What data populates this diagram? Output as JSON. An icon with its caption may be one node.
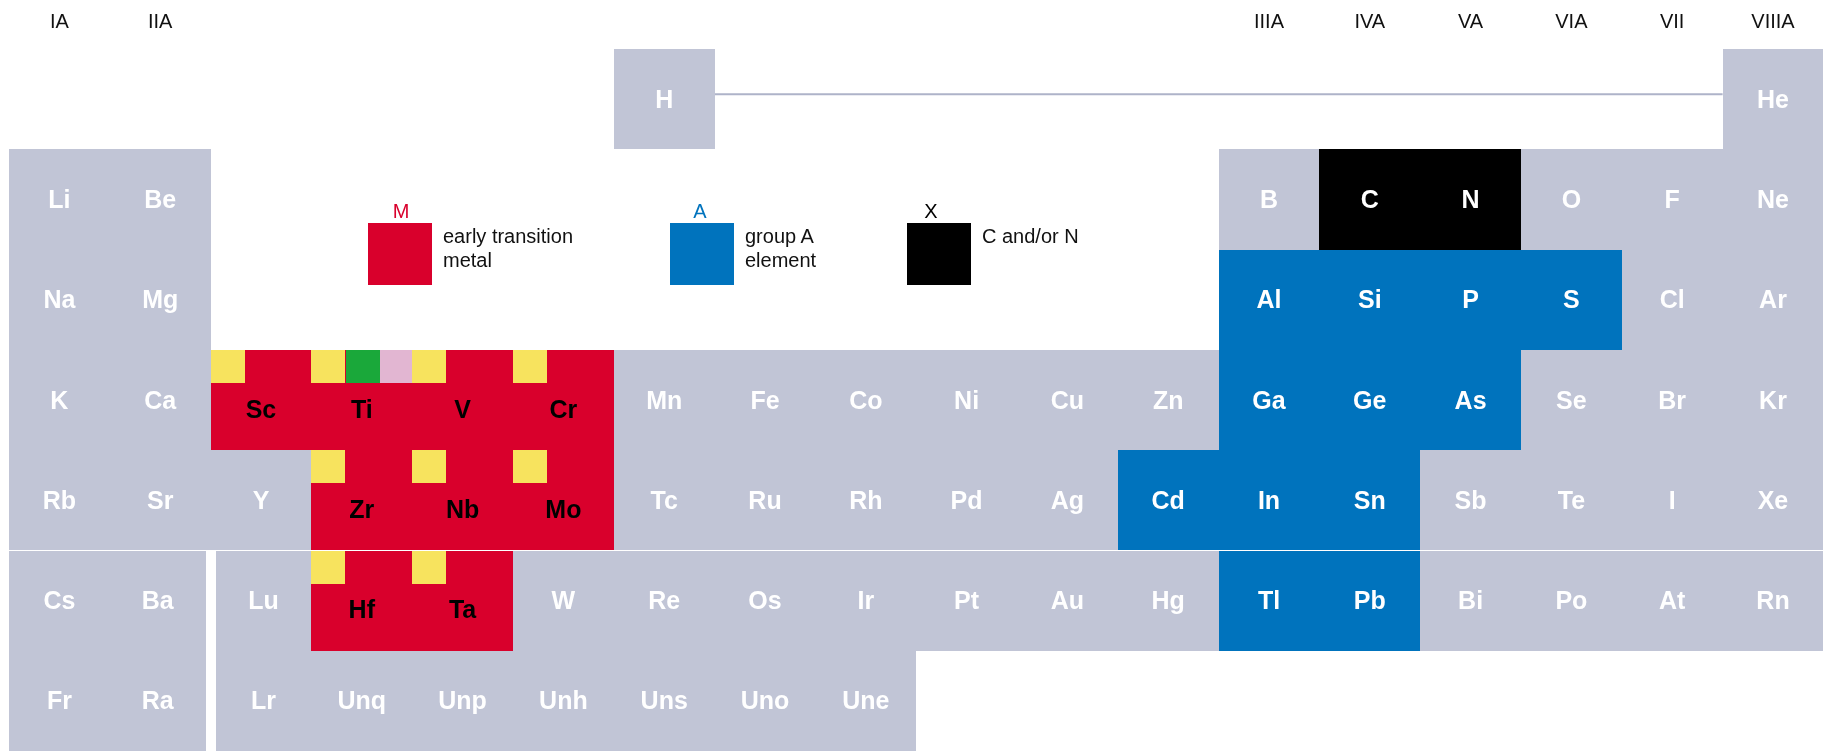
{
  "diagram": {
    "nodes": [
      {
        "text": [
          "H"
        ]
      },
      {
        "text": [
          "He"
        ]
      },
      {
        "text": [
          "Li"
        ]
      },
      {
        "text": [
          "Be"
        ]
      },
      {
        "text": [
          "B"
        ]
      },
      {
        "text": [
          "C"
        ]
      },
      {
        "text": [
          "N"
        ]
      },
      {
        "text": [
          "O"
        ]
      },
      {
        "text": [
          "F"
        ]
      },
      {
        "text": [
          "Ne"
        ]
      },
      {
        "text": [
          "Na"
        ]
      },
      {
        "text": [
          "Mg"
        ]
      },
      {
        "text": [
          "Al"
        ]
      },
      {
        "text": [
          "Si"
        ]
      },
      {
        "text": [
          "P"
        ]
      },
      {
        "text": [
          "S"
        ]
      },
      {
        "text": [
          "Cl"
        ]
      },
      {
        "text": [
          "Ar"
        ]
      },
      {
        "text": [
          "K"
        ]
      },
      {
        "text": [
          "Ca"
        ]
      },
      {
        "text": [
          "Sc"
        ]
      },
      {
        "text": [
          "Ti"
        ]
      },
      {
        "text": [
          "V"
        ]
      },
      {
        "text": [
          "Cr"
        ]
      },
      {
        "text": [
          "Mn"
        ]
      },
      {
        "text": [
          "Fe"
        ]
      },
      {
        "text": [
          "Co"
        ]
      },
      {
        "text": [
          "Ni"
        ]
      },
      {
        "text": [
          "Cu"
        ]
      },
      {
        "text": [
          "Zn"
        ]
      },
      {
        "text": [
          "Ga"
        ]
      },
      {
        "text": [
          "Ge"
        ]
      },
      {
        "text": [
          "As"
        ]
      },
      {
        "text": [
          "Se"
        ]
      },
      {
        "text": [
          "Br"
        ]
      },
      {
        "text": [
          "Kr"
        ]
      },
      {
        "text": [
          "Rb"
        ]
      },
      {
        "text": [
          "Sr"
        ]
      },
      {
        "text": [
          "Y"
        ]
      },
      {
        "text": [
          "Zr"
        ]
      },
      {
        "text": [
          "Nb"
        ]
      },
      {
        "text": [
          "Mo"
        ]
      },
      {
        "text": [
          "Tc"
        ]
      },
      {
        "text": [
          "Ru"
        ]
      },
      {
        "text": [
          "Rh"
        ]
      },
      {
        "text": [
          "Pd"
        ]
      },
      {
        "text": [
          "Ag"
        ]
      },
      {
        "text": [
          "Cd"
        ]
      },
      {
        "text": [
          "In"
        ]
      },
      {
        "text": [
          "Sn"
        ]
      },
      {
        "text": [
          "Sb"
        ]
      },
      {
        "text": [
          "Te"
        ]
      },
      {
        "text": [
          "I"
        ]
      },
      {
        "text": [
          "Xe"
        ]
      },
      {
        "text": [
          "Cs"
        ]
      },
      {
        "text": [
          "Ba"
        ]
      },
      {
        "text": [
          "Lu"
        ]
      },
      {
        "text": [
          "Hf"
        ]
      },
      {
        "text": [
          "Ta"
        ]
      },
      {
        "text": [
          "W"
        ]
      },
      {
        "text": [
          "Re"
        ]
      },
      {
        "text": [
          "Os"
        ]
      },
      {
        "text": [
          "Ir"
        ]
      },
      {
        "text": [
          "Pt"
        ]
      },
      {
        "text": [
          "Au"
        ]
      },
      {
        "text": [
          "Hg"
        ]
      },
      {
        "text": [
          "Tl"
        ]
      },
      {
        "text": [
          "Pb"
        ]
      },
      {
        "text": [
          "Bi"
        ]
      },
      {
        "text": [
          "Po"
        ]
      },
      {
        "text": [
          "At"
        ]
      },
      {
        "text": [
          "Rn"
        ]
      },
      {
        "text": [
          "Fr"
        ]
      },
      {
        "text": [
          "Ra"
        ]
      },
      {
        "text": [
          "Lr"
        ]
      },
      {
        "text": [
          "Unq"
        ]
      },
      {
        "text": [
          "Unp"
        ]
      },
      {
        "text": [
          "Unh"
        ]
      },
      {
        "text": [
          "Uns"
        ]
      },
      {
        "text": [
          "Uno"
        ]
      },
      {
        "text": [
          "Une"
        ]
      }
    ],
    "edges": [
      {
        "from": 0,
        "to": 1,
        "arrow": "none"
      }
    ],
    "labels": [
      "IA",
      "IIA",
      "IIIA",
      "IVA",
      "VA",
      "VIA",
      "VII",
      "VIIIA",
      "M",
      "A",
      "X"
    ],
    "legend": [
      {
        "text": "early transition metal",
        "color": "#d9002c"
      },
      {
        "text": "group A element",
        "color": "#0073bd"
      },
      {
        "text": "C and/or N",
        "color": "#000000"
      }
    ]
  }
}
